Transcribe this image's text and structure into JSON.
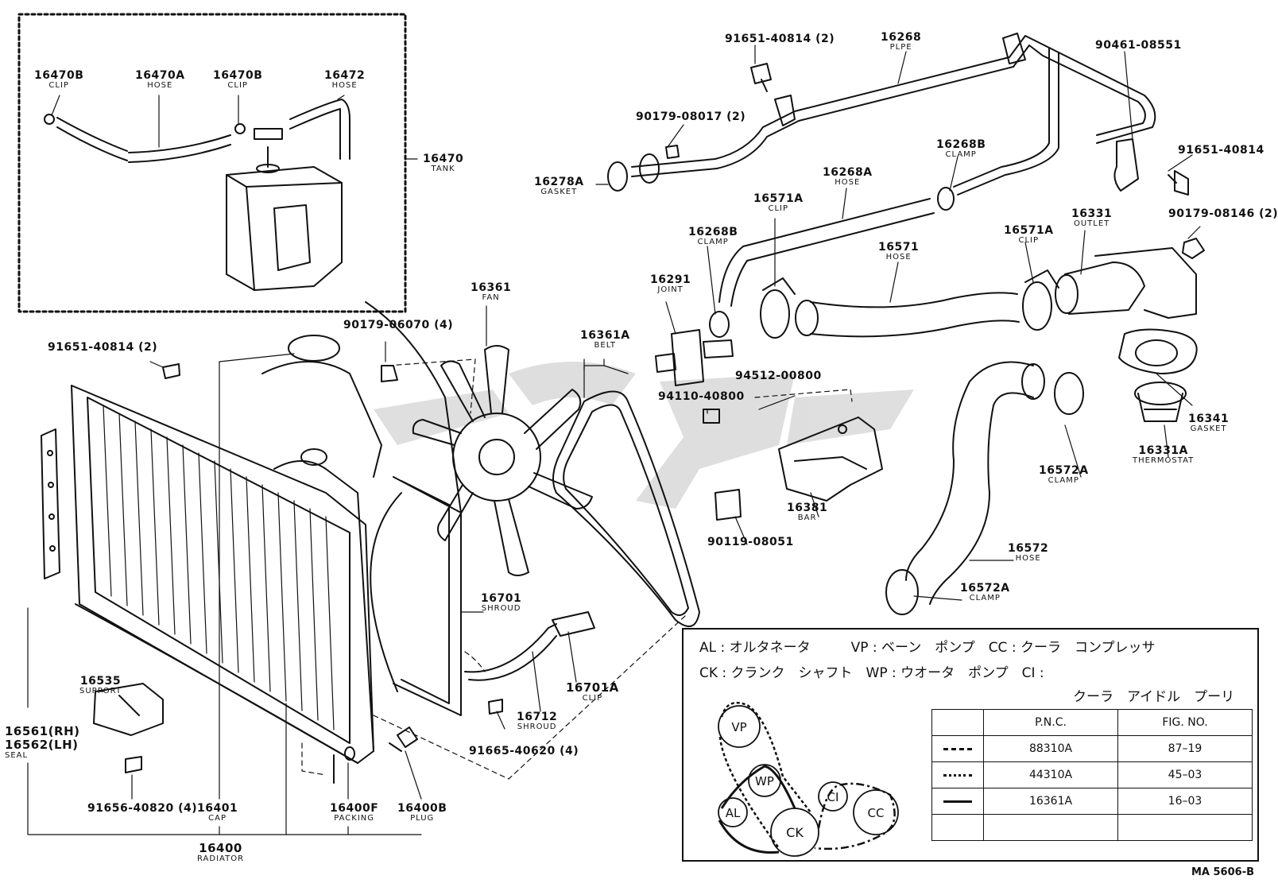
{
  "labels": [
    {
      "id": "16470B-left",
      "num": "16470B",
      "name": "CLIP"
    },
    {
      "id": "16470A",
      "num": "16470A",
      "name": "HOSE"
    },
    {
      "id": "16470B-right",
      "num": "16470B",
      "name": "CLIP"
    },
    {
      "id": "16472",
      "num": "16472",
      "name": "HOSE"
    },
    {
      "id": "16470",
      "num": "16470",
      "name": "TANK"
    },
    {
      "id": "91651-40814-2-top",
      "num": "91651-40814 (2)",
      "name": ""
    },
    {
      "id": "16268",
      "num": "16268",
      "name": "PLPE"
    },
    {
      "id": "90461-08551",
      "num": "90461-08551",
      "name": ""
    },
    {
      "id": "90179-08017",
      "num": "90179-08017 (2)",
      "name": ""
    },
    {
      "id": "16278A",
      "num": "16278A",
      "name": "GASKET"
    },
    {
      "id": "16268A",
      "num": "16268A",
      "name": "HOSE"
    },
    {
      "id": "16268B-top",
      "num": "16268B",
      "name": "CLAMP"
    },
    {
      "id": "91651-40814-right",
      "num": "91651-40814",
      "name": ""
    },
    {
      "id": "16571A-left",
      "num": "16571A",
      "name": "CLIP"
    },
    {
      "id": "16268B-left",
      "num": "16268B",
      "name": "CLAMP"
    },
    {
      "id": "16571",
      "num": "16571",
      "name": "HOSE"
    },
    {
      "id": "16571A-right",
      "num": "16571A",
      "name": "CLIP"
    },
    {
      "id": "16331",
      "num": "16331",
      "name": "OUTLET"
    },
    {
      "id": "90179-08146",
      "num": "90179-08146 (2)",
      "name": ""
    },
    {
      "id": "16291",
      "num": "16291",
      "name": "JOINT"
    },
    {
      "id": "16361",
      "num": "16361",
      "name": "FAN"
    },
    {
      "id": "16361A",
      "num": "16361A",
      "name": "BELT"
    },
    {
      "id": "90179-06070",
      "num": "90179-06070 (4)",
      "name": ""
    },
    {
      "id": "91651-40814-2-left",
      "num": "91651-40814 (2)",
      "name": ""
    },
    {
      "id": "94512-00800",
      "num": "94512-00800",
      "name": ""
    },
    {
      "id": "94110-40800",
      "num": "94110-40800",
      "name": ""
    },
    {
      "id": "16341",
      "num": "16341",
      "name": "GASKET"
    },
    {
      "id": "16331A",
      "num": "16331A",
      "name": "THERMOSTAT"
    },
    {
      "id": "16572A-top",
      "num": "16572A",
      "name": "CLAMP"
    },
    {
      "id": "16381",
      "num": "16381",
      "name": "BAR"
    },
    {
      "id": "90119-08051",
      "num": "90119-08051",
      "name": ""
    },
    {
      "id": "16572",
      "num": "16572",
      "name": "HOSE"
    },
    {
      "id": "16572A-bottom",
      "num": "16572A",
      "name": "CLAMP"
    },
    {
      "id": "16701",
      "num": "16701",
      "name": "SHROUD"
    },
    {
      "id": "16701A",
      "num": "16701A",
      "name": "CLIP"
    },
    {
      "id": "16712",
      "num": "16712",
      "name": "SHROUD"
    },
    {
      "id": "91665-40620",
      "num": "91665-40620 (4)",
      "name": ""
    },
    {
      "id": "16535",
      "num": "16535",
      "name": "SUPPORT"
    },
    {
      "id": "16561",
      "num": "16561(RH)",
      "name": ""
    },
    {
      "id": "16562",
      "num": "16562(LH)",
      "name": "SEAL"
    },
    {
      "id": "91656-40820",
      "num": "91656-40820 (4)",
      "name": ""
    },
    {
      "id": "16401",
      "num": "16401",
      "name": "CAP"
    },
    {
      "id": "16400F",
      "num": "16400F",
      "name": "PACKING"
    },
    {
      "id": "16400B",
      "num": "16400B",
      "name": "PLUG"
    },
    {
      "id": "16400",
      "num": "16400",
      "name": "RADIATOR"
    }
  ],
  "legend": {
    "line1": "AL : オルタネータ　　　VP : ベーン　ポンプ　CC : クーラ　コンプレッサ",
    "line2": "CK : クランク　シャフト　WP : ウオータ　ポンプ　CI :",
    "line3": "クーラ　アイドル　プーリ",
    "pulleys": [
      "VP",
      "WP",
      "AL",
      "CK",
      "CI",
      "CC"
    ],
    "table_header": [
      "",
      "P.N.C.",
      "FIG. NO."
    ],
    "table_rows": [
      {
        "style": "dash-dot",
        "pnc": "88310A",
        "fig": "87–19"
      },
      {
        "style": "dotted",
        "pnc": "44310A",
        "fig": "45–03"
      },
      {
        "style": "solid",
        "pnc": "16361A",
        "fig": "16–03"
      },
      {
        "style": "",
        "pnc": "",
        "fig": ""
      }
    ]
  },
  "drawing_code": "MA  5606-B"
}
